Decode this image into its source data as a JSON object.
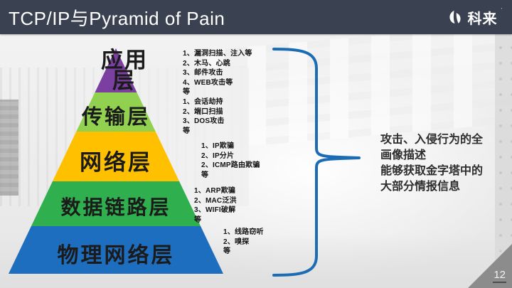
{
  "header": {
    "title": "TCP/IP与Pyramid of Pain",
    "logo_text": "科来",
    "logo_trademark": "'",
    "logo_icon": "colasoft-leaf-swirl"
  },
  "colors": {
    "header_bg": "#3A4150",
    "brace_blue": "#1B6CB5",
    "layer_application": "#7B3FA2",
    "layer_transport": "#92D050",
    "layer_network": "#FFC000",
    "layer_datalink": "#2FAF4D",
    "layer_physical": "#1E6EC0",
    "page_corner": "#8C8C8C"
  },
  "pyramid": {
    "layers": [
      {
        "label": "应用层",
        "label_line1": "应用",
        "label_line2": "层"
      },
      {
        "label": "传输层"
      },
      {
        "label": "网络层"
      },
      {
        "label": "数据链路层"
      },
      {
        "label": "物理网络层"
      }
    ],
    "annotations": [
      {
        "lines": [
          "1、漏洞扫描、注入等",
          "2、木马、心跳",
          "3、邮件攻击",
          "4、WEB攻击等",
          "等"
        ]
      },
      {
        "lines": [
          "1、会话劫持",
          "2、端口扫描",
          "3、DOS攻击",
          "等"
        ]
      },
      {
        "lines": [
          "1、IP欺骗",
          "2、IP分片",
          "2、ICMP路由欺骗",
          "等"
        ]
      },
      {
        "lines": [
          "1、ARP欺骗",
          "2、MAC泛洪",
          "3、WIFI破解",
          "等"
        ]
      },
      {
        "lines": [
          "1、线路窃听",
          "2、嗅探",
          "等"
        ]
      }
    ]
  },
  "summary": {
    "lines": [
      "攻击、入侵行为的全",
      "画像描述",
      "能够获取金字塔中的",
      "大部分情报信息"
    ],
    "sentence1": "攻击、入侵行为的全画像描述",
    "sentence2": "能够获取金字塔中的大部分情报信息"
  },
  "page_number": "12"
}
